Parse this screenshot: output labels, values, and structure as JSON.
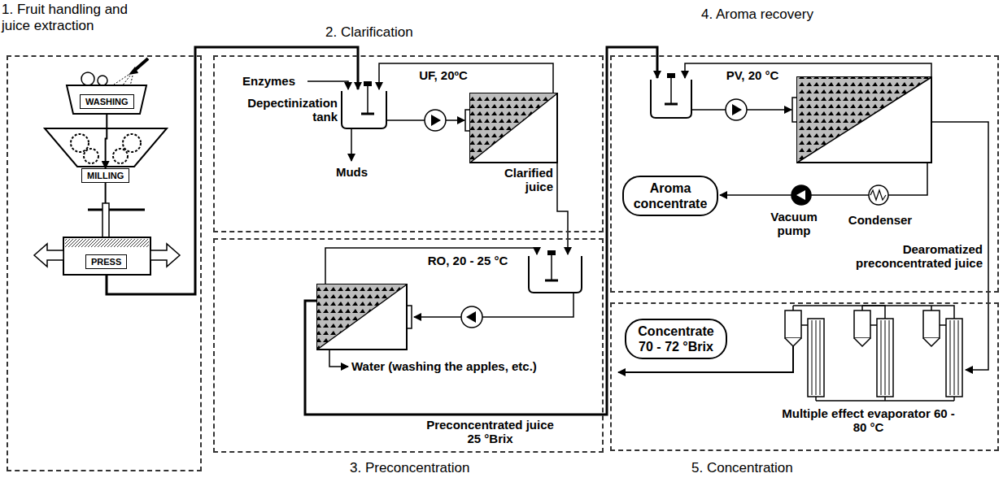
{
  "diagram": {
    "nodes": [
      {
        "text": [
          "1. Fruit handling and juice extraction"
        ]
      },
      {
        "text": [
          "WASHING"
        ],
        "in": 0
      },
      {
        "text": [
          "MILLING"
        ],
        "in": 0
      },
      {
        "text": [
          "PRESS"
        ],
        "in": 0
      },
      {
        "text": [
          "2. Clarification"
        ]
      },
      {
        "text": [
          "3. Preconcentration"
        ]
      },
      {
        "text": [
          "4. Aroma recovery"
        ]
      },
      {
        "text": [
          "Aroma concentrate"
        ],
        "in": 6
      },
      {
        "text": [
          "5. Concentration"
        ]
      },
      {
        "text": [
          "Concentrate 70 - 72 °Brix"
        ],
        "in": 8
      }
    ],
    "edges": [
      {
        "from": 1,
        "to": 2,
        "arrow": "to"
      },
      {
        "from": 2,
        "to": 3,
        "arrow": "to"
      }
    ],
    "labels": [
      "Enzymes",
      "Depectinization tank",
      "Muds",
      "UF, 20ºC",
      "Clarified juice",
      "RO, 20 - 25 °C",
      "Water (washing the apples, etc.)",
      "Preconcentrated juice 25 °Brix",
      "PV, 20 °C",
      "Vacuum pump",
      "Condenser",
      "Dearomatized preconcentrated juice",
      "Multiple effect evaporator 60 - 80 °C"
    ]
  }
}
